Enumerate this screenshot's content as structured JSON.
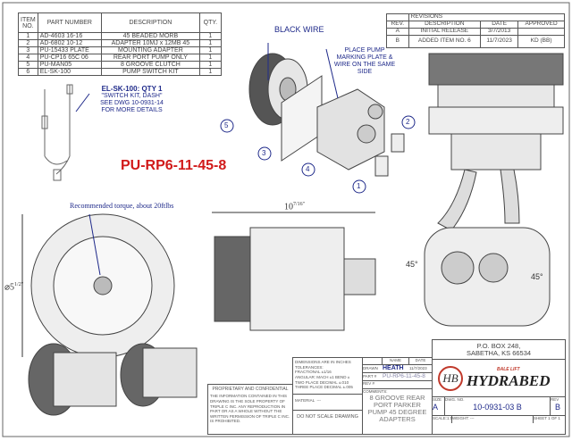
{
  "bom": {
    "headers": [
      "ITEM NO.",
      "PART NUMBER",
      "DESCRIPTION",
      "QTY."
    ],
    "rows": [
      [
        "1",
        "AD-4603 16-16",
        "45 BEADED MORB",
        "1"
      ],
      [
        "2",
        "AD-6802 10-12",
        "ADAPTER 10MJ x 12MB 45",
        "1"
      ],
      [
        "3",
        "PU-15433 PLATE",
        "MOUNTING ADAPTER",
        "1"
      ],
      [
        "4",
        "PU-CP16 65C 06",
        "REAR PORT PUMP ONLY",
        "1"
      ],
      [
        "5",
        "PU-MAN05",
        "8 GROOVE CLUTCH",
        "1"
      ],
      [
        "6",
        "EL-SK-100",
        "PUMP SWITCH KIT",
        "1"
      ]
    ]
  },
  "switch_note": {
    "title": "EL-SK-100: QTY 1",
    "line1": "\"SWITCH KIT, DASH\"",
    "line2": "SEE DWG 10-0931-14",
    "line3": "FOR MORE DETAILS"
  },
  "revisions": {
    "title": "REVISIONS",
    "headers": [
      "REV.",
      "DESCRIPTION",
      "DATE",
      "APPROVED"
    ],
    "rows": [
      [
        "A",
        "INITIAL RELEASE",
        "3/7/2013",
        ""
      ],
      [
        "B",
        "ADDED ITEM NO. 6",
        "11/7/2023",
        "KD (BB)"
      ]
    ]
  },
  "callouts": {
    "black_wire": "BLACK WIRE",
    "place_pump": [
      "PLACE PUMP",
      "MARKING PLATE &",
      "WIRE ON THE SAME",
      "SIDE"
    ],
    "balloons": [
      "1",
      "2",
      "3",
      "4",
      "5"
    ]
  },
  "part_title": "PU-RP6-11-45-8",
  "torque_note": "Recommended torque, about 20ftlbs",
  "dimensions": {
    "length_whole": "10",
    "length_frac": "7/16\"",
    "diameter": "⌀5",
    "diameter_frac": "1/2\"",
    "angle_left": "45°",
    "angle_right": "45°"
  },
  "title_block": {
    "address1": "P.O. BOX 248,",
    "address2": "SABETHA, KS 66534",
    "logo_small": "BALE LIFT",
    "logo": "HYDRABED",
    "logo_mark": "HB",
    "proprietary_title": "PROPRIETARY AND CONFIDENTIAL",
    "proprietary_text": "THE INFORMATION CONTAINED IN THIS DRAWING IS THE SOLE PROPERTY OF TRIPLE C INC. ANY REPRODUCTION IN PART OR AS A WHOLE WITHOUT THE WRITTEN PERMISSION OF TRIPLE C INC. IS PROHIBITED.",
    "dims_lines": [
      "DIMENSIONS ARE IN INCHES",
      "TOLERANCES:",
      "FRACTIONAL ±1/16",
      "ANGULAR: MACH ±1   BEND ±",
      "TWO PLACE DECIMAL   ±.010",
      "THREE PLACE DECIMAL  ±.005"
    ],
    "material_label": "MATERIAL",
    "material_value": "---",
    "do_not_scale": "DO NOT SCALE DRAWING",
    "name_label": "NAME",
    "date_label": "DATE",
    "drawn_label": "DRAWN",
    "drawn_name": "HEATH",
    "drawn_date": "11/7/2023",
    "part_label": "PART #",
    "part_value": "PU-RP6-11-45-8",
    "rev_label": "REV #",
    "comments_label": "COMMENTS:",
    "comments": [
      "8 GROOVE REAR",
      "PORT PARKER",
      "PUMP 45 DEGREE",
      "ADAPTERS"
    ],
    "size_label": "SIZE",
    "size_value": "A",
    "dwg_label": "DWG. NO.",
    "dwg_value": "10-0931-03 B",
    "rev_hdr": "REV",
    "rev_value": "B",
    "scale": "SCALE:1:5",
    "weight": "WEIGHT: ---",
    "sheet": "SHEET 1 OF 1"
  },
  "colors": {
    "navy": "#1f2a8a",
    "red": "#d11a1a",
    "logo_red": "#c0392b"
  }
}
